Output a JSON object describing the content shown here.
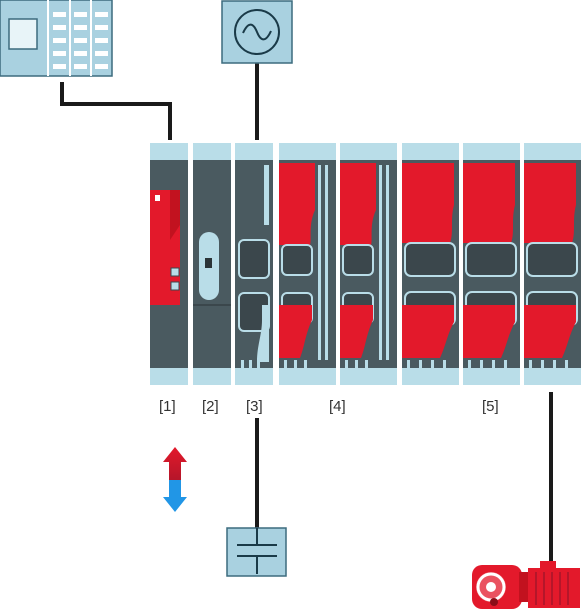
{
  "labels": {
    "controller": "[1]",
    "module": "[2]",
    "supply": "[3]",
    "axis_modules": "[4]",
    "drive_modules": "[5]"
  },
  "colors": {
    "cabinet_body": "#4a5a60",
    "cabinet_dark": "#3b474c",
    "cap": "#b9dde8",
    "accent": "#e3192b",
    "device_fill": "#a9d1e0",
    "device_stroke": "#3c6b7e",
    "cable": "#1a1a1a",
    "energy_down": "#2196e6"
  },
  "icons": {
    "plc": "plc-icon",
    "ac_source": "ac-source-icon",
    "capacitor": "capacitor-icon",
    "motor": "gear-motor-icon",
    "energy_flow": "bidirectional-arrow-icon"
  }
}
